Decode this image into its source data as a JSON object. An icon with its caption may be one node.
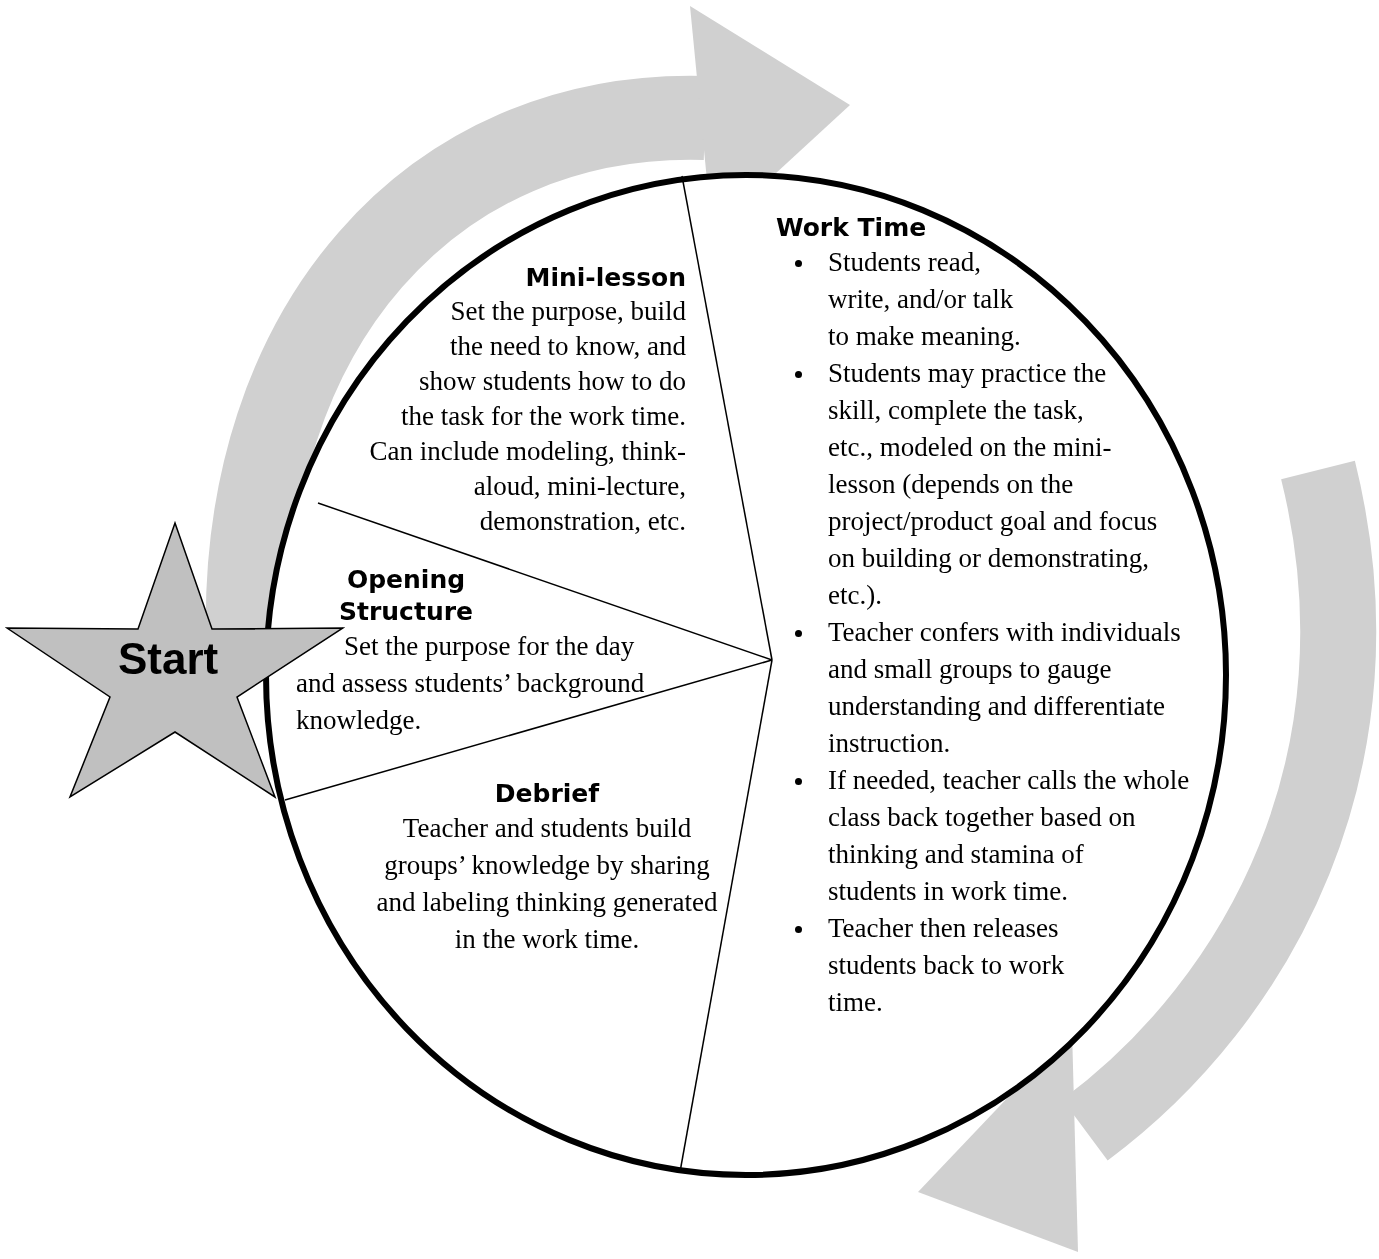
{
  "diagram": {
    "nodes": [
      {
        "text": [
          "Start"
        ]
      },
      {
        "text": [
          "Mini-lesson",
          "Set the purpose, build the need to know, and show students how to do the task for the work time. Can include modeling, think-aloud, mini-lecture, demonstration, etc."
        ]
      },
      {
        "text": [
          "Opening Structure",
          "Set the purpose for the day and assess students’ background knowledge."
        ]
      },
      {
        "text": [
          "Debrief",
          "Teacher and students build groups’ knowledge by sharing and labeling thinking generated in the work time."
        ]
      },
      {
        "text": [
          "Work Time",
          "Students read, write, and/or talk to make meaning.",
          "Students may practice the skill, complete the task, etc., modeled on the mini-lesson (depends on the project/product goal and focus on building or demonstrating, etc.).",
          "Teacher confers with individuals and small groups to gauge understanding and differentiate instruction.",
          "If needed, teacher calls the whole class back together based on thinking and stamina of students in work time.",
          "Teacher then releases students back to work time."
        ]
      }
    ]
  }
}
